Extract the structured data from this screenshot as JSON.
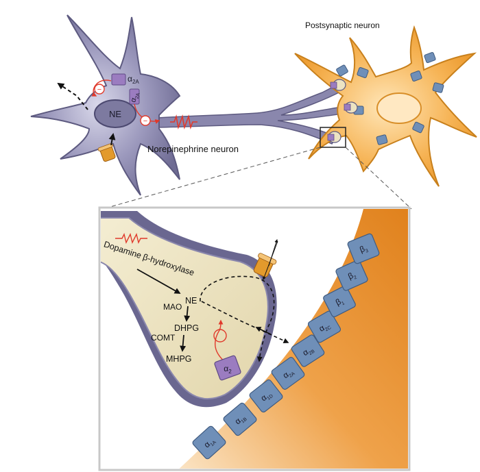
{
  "labels": {
    "postsynaptic": "Postsynaptic neuron",
    "ne_neuron": "Norepinephrine neuron",
    "ne_nucleus": "NE",
    "ne_terminal": "NE",
    "dopamine": "Dopamine",
    "hydroxylase": "β-hydroxylase",
    "mao": "MAO",
    "dhpg": "DHPG",
    "comt": "COMT",
    "mhpg": "MHPG",
    "minus": "−"
  },
  "receptors": {
    "soma_a2a": {
      "base": "α",
      "sub": "2A"
    },
    "axon_a2a": {
      "base": "α",
      "sub": "2A"
    },
    "terminal_a2": {
      "base": "α",
      "sub": "2"
    },
    "membrane": [
      {
        "base": "α",
        "sub": "1A"
      },
      {
        "base": "α",
        "sub": "1B"
      },
      {
        "base": "α",
        "sub": "1D"
      },
      {
        "base": "α",
        "sub": "2A"
      },
      {
        "base": "α",
        "sub": "2B"
      },
      {
        "base": "α",
        "sub": "2C"
      },
      {
        "base": "β",
        "sub": "1"
      },
      {
        "base": "β",
        "sub": "2"
      },
      {
        "base": "β",
        "sub": "3"
      }
    ]
  },
  "colors": {
    "ne_neuron": "#8a87ad",
    "ne_neuron_dark": "#5d5a80",
    "postsynaptic": "#f2a640",
    "terminal": "#ece3c3",
    "receptor_blue": "#6f8fb8",
    "receptor_purple": "#9b7cc0",
    "transporter": "#e39a2c",
    "signal_red": "#e0392b"
  }
}
